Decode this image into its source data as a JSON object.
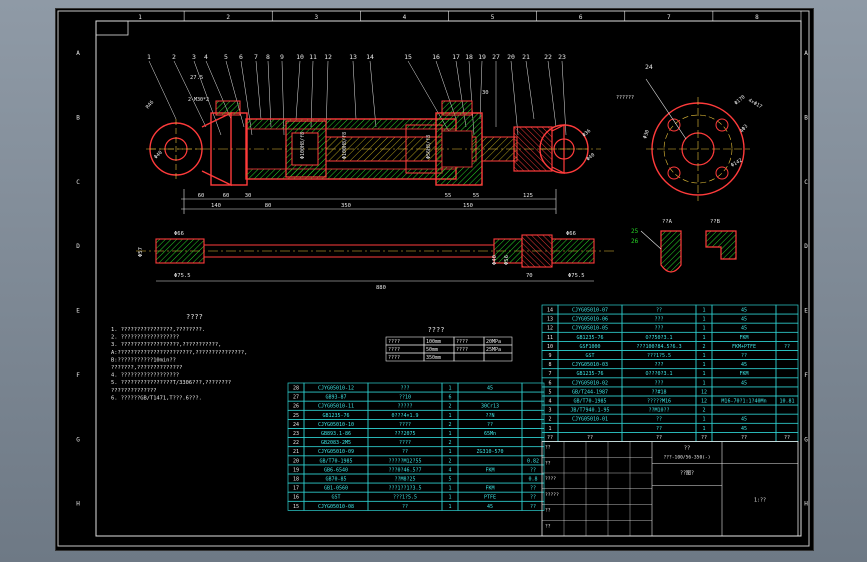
{
  "part_labels_top": [
    "1",
    "2",
    "3",
    "4",
    "5",
    "6",
    "7",
    "8",
    "9",
    "10",
    "11",
    "12",
    "13",
    "14",
    "15",
    "16",
    "17",
    "18",
    "19",
    "27",
    "20",
    "21",
    "22",
    "23"
  ],
  "main_view": {
    "dims_top": [
      "27.5",
      "2-M30*2",
      "30"
    ],
    "dims_bottom": [
      "60",
      "60",
      "140",
      "30",
      "80",
      "350",
      "55",
      "55",
      "150",
      "125"
    ],
    "dims_body": [
      "R46",
      "Φ40",
      "Φ100H8/f8",
      "Φ100H8/f8",
      "Φ56H8/f8"
    ],
    "dim_right_a": "Φ36",
    "dim_right_b": "Φ40"
  },
  "rod_view": {
    "dims": [
      "Φ66",
      "Φ75.5",
      "Φ57",
      "Φ40",
      "Φ56",
      "Φ66",
      "70",
      "Φ75.5",
      "880"
    ]
  },
  "flange_view": {
    "label": "24",
    "dims": [
      "Φ170",
      "Φ142",
      "Φ30",
      "4×Φ17",
      "4Φ3"
    ],
    "note": "??????"
  },
  "section_views": {
    "label_left": "??A",
    "label_right": "??B",
    "callout_a": "25",
    "callout_b": "26"
  },
  "tech_requirements": {
    "title": "????",
    "items": [
      "1. ????????????????,????????.",
      "2. ??????????????????",
      "3. ??????????????????,???????????,",
      "   A:???????????????????????,???????????????,",
      "   B:???????????10min??",
      "   ???????,??????????????",
      "4. ??????????????????",
      "5. ????????????????T/3306???,????????",
      "   ??????????????",
      "6. ??????GB/T1471,T???.6???."
    ]
  },
  "spec_table": {
    "title": "????",
    "rows": [
      [
        "????",
        "100mm",
        "????",
        "20MPa"
      ],
      [
        "????",
        "50mm",
        "????",
        "25MPa"
      ],
      [
        "????",
        "350mm",
        "",
        ""
      ]
    ]
  },
  "bom_left": [
    [
      "28",
      "CJYG05010-12",
      "???",
      "1",
      "45",
      ""
    ],
    [
      "27",
      "GB93-87",
      "??10",
      "6",
      "",
      ""
    ],
    [
      "26",
      "CJYG05010-11",
      "?????",
      "2",
      "30Cr13",
      ""
    ],
    [
      "25",
      "GB1235-76",
      "0???4×1.9",
      "1",
      "??N",
      ""
    ],
    [
      "24",
      "CJYG05010-10",
      "????",
      "2",
      "??",
      ""
    ],
    [
      "23",
      "GB893.1-86",
      "???2075",
      "1",
      "65Mn",
      ""
    ],
    [
      "22",
      "GB2083-2M5",
      "????",
      "2",
      "",
      ""
    ],
    [
      "21",
      "CJYG05010-09",
      "??",
      "1",
      "ZG310-570",
      ""
    ],
    [
      "20",
      "GB/T70-1985",
      "?????M12?55",
      "2",
      "",
      "0.82"
    ],
    [
      "19",
      "GB6-6540",
      "???0?46.5?7",
      "4",
      "FKM",
      "??"
    ],
    [
      "18",
      "GB70-85",
      "??M8?25",
      "5",
      "",
      "0.8"
    ],
    [
      "17",
      "GB1-0560",
      "???1??1?3.5",
      "1",
      "FKM",
      "??"
    ],
    [
      "16",
      "GST",
      "???1?5.5",
      "1",
      "PTFE",
      "??"
    ],
    [
      "15",
      "CJYG05010-08",
      "??",
      "1",
      "45",
      "??"
    ]
  ],
  "bom_right": [
    [
      "14",
      "CJYG05010-07",
      "??",
      "1",
      "45",
      ""
    ],
    [
      "13",
      "CJYG05010-06",
      "???",
      "1",
      "45",
      ""
    ],
    [
      "12",
      "CJYG05010-05",
      "???",
      "1",
      "45",
      ""
    ],
    [
      "11",
      "GB1235-76",
      "O?750?3.1",
      "1",
      "FKM",
      ""
    ],
    [
      "10",
      "GSF1000",
      "???100?84.5?6.3",
      "2",
      "FKM+PTFE",
      "??"
    ],
    [
      "9",
      "GST",
      "???1?5.5",
      "1",
      "??",
      ""
    ],
    [
      "8",
      "CJYG05010-03",
      "???",
      "1",
      "45",
      ""
    ],
    [
      "7",
      "GB1235-76",
      "O???0?3.1",
      "1",
      "FKM",
      ""
    ],
    [
      "6",
      "CJYG05010-02",
      "???",
      "1",
      "45",
      ""
    ],
    [
      "5",
      "GB/T244-1987",
      "??#18",
      "12",
      "",
      ""
    ],
    [
      "4",
      "GB/T70-1985",
      "?????M16",
      "12",
      "M16-70?1:1?40Mn",
      "10.81"
    ],
    [
      "3",
      "JB/T7940.1-95",
      "??M10??",
      "2",
      "",
      ""
    ],
    [
      "2",
      "CJYG05010-01",
      "??",
      "1",
      "45",
      ""
    ],
    [
      "1",
      "",
      "??",
      "1",
      "45",
      ""
    ]
  ],
  "bom_header": [
    "??",
    "??",
    "??",
    "??",
    "??",
    "??"
  ],
  "title_block": {
    "name": "??",
    "spec": "???-100/56-350(-)",
    "drawing_no": "??图?",
    "labels": [
      "??",
      "??",
      "????",
      "?????",
      "??",
      "??"
    ],
    "scale": "1:??"
  },
  "frame_numbers_top": [
    "1",
    "2",
    "3",
    "4",
    "5",
    "6",
    "7",
    "8"
  ],
  "frame_letters_side": [
    "A",
    "B",
    "C",
    "D",
    "E",
    "F",
    "G",
    "H"
  ]
}
